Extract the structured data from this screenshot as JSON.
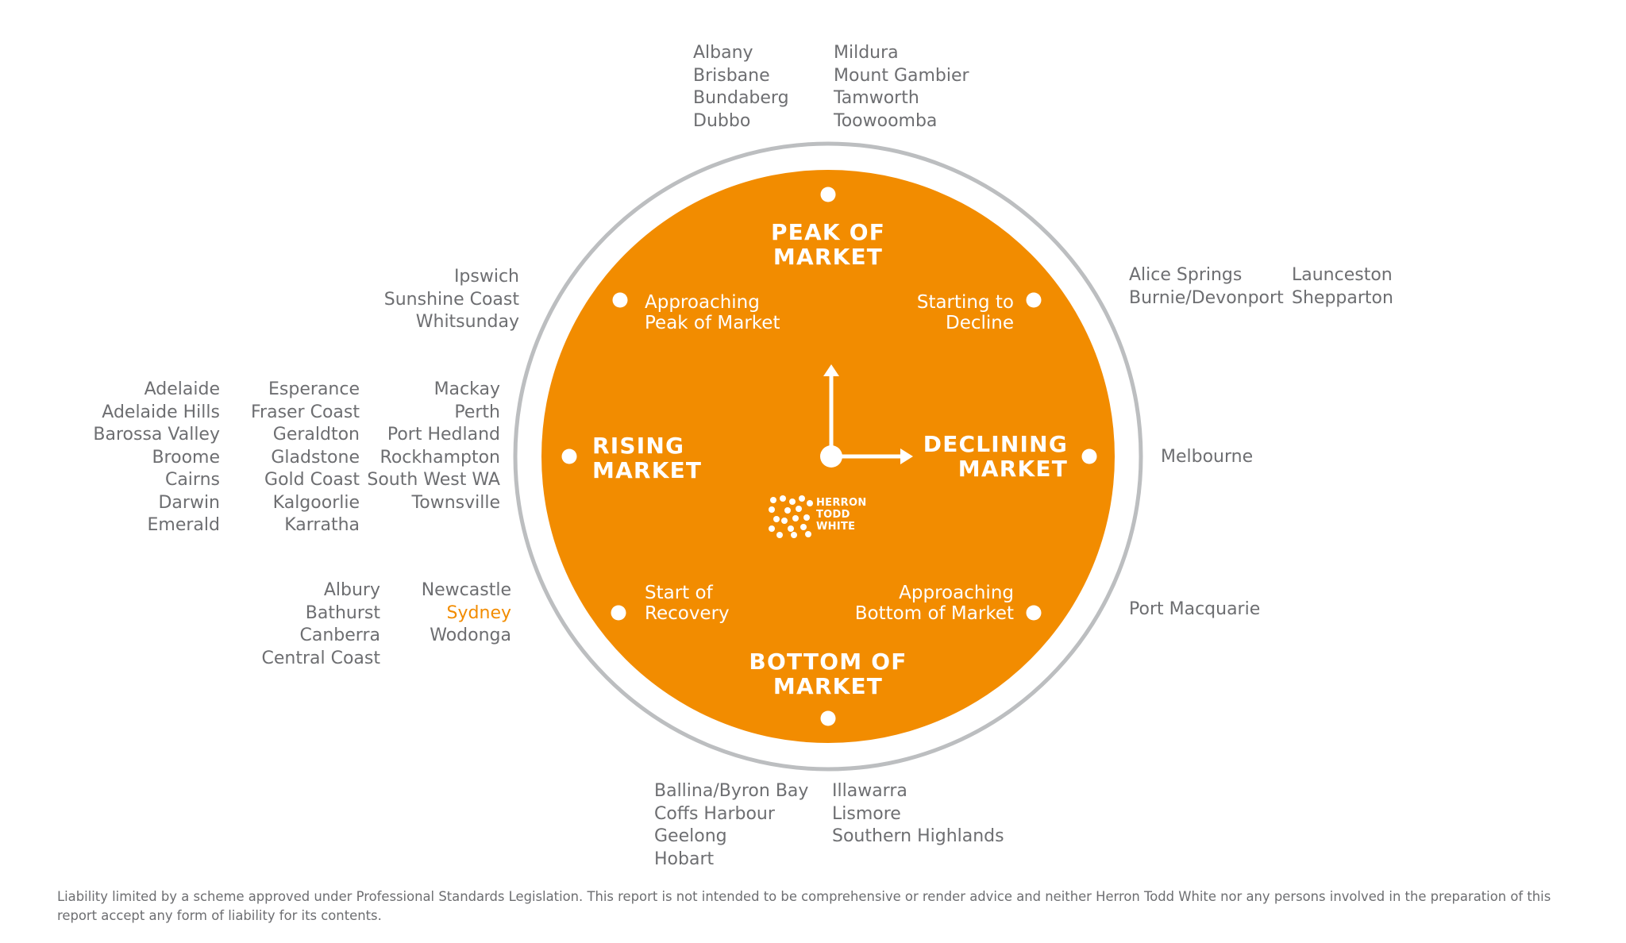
{
  "colors": {
    "accent": "#f28c00",
    "ring": "#bcbec0",
    "text": "#6d6e71",
    "white": "#ffffff"
  },
  "phases": {
    "peak": [
      "PEAK OF",
      "MARKET"
    ],
    "starting_decline": [
      "Starting to",
      "Decline"
    ],
    "declining": [
      "DECLINING",
      "MARKET"
    ],
    "approaching_bottom": [
      "Approaching",
      "Bottom of Market"
    ],
    "bottom": [
      "BOTTOM OF",
      "MARKET"
    ],
    "start_recovery": [
      "Start of",
      "Recovery"
    ],
    "rising": [
      "RISING",
      "MARKET"
    ],
    "approaching_peak": [
      "Approaching",
      "Peak of Market"
    ]
  },
  "logo": {
    "lines": [
      "HERRON",
      "TODD",
      "WHITE"
    ]
  },
  "cities": {
    "peak": [
      [
        "Albany",
        "Brisbane",
        "Bundaberg",
        "Dubbo"
      ],
      [
        "Mildura",
        "Mount Gambier",
        "Tamworth",
        "Toowoomba"
      ]
    ],
    "starting_decline": [
      [
        "Alice Springs",
        "Burnie/Devonport"
      ],
      [
        "Launceston",
        "Shepparton"
      ]
    ],
    "declining": [
      [
        "Melbourne"
      ]
    ],
    "approaching_bottom": [
      [
        "Port Macquarie"
      ]
    ],
    "bottom": [
      [
        "Ballina/Byron Bay",
        "Coffs Harbour",
        "Geelong",
        "Hobart"
      ],
      [
        "Illawarra",
        "Lismore",
        "Southern Highlands"
      ]
    ],
    "start_recovery": [
      [
        "Albury",
        "Bathurst",
        "Canberra",
        "Central Coast"
      ],
      [
        "Newcastle",
        "Sydney",
        "Wodonga"
      ]
    ],
    "highlighted_city": "Sydney",
    "rising": [
      [
        "Adelaide",
        "Adelaide Hills",
        "Barossa Valley",
        "Broome",
        "Cairns",
        "Darwin",
        "Emerald"
      ],
      [
        "Esperance",
        "Fraser Coast",
        "Geraldton",
        "Gladstone",
        "Gold Coast",
        "Kalgoorlie",
        "Karratha"
      ],
      [
        "Mackay",
        "Perth",
        "Port Hedland",
        "Rockhampton",
        "South West WA",
        "Townsville"
      ]
    ],
    "approaching_peak": [
      [
        "Ipswich",
        "Sunshine Coast",
        "Whitsunday"
      ]
    ]
  },
  "disclaimer": "Liability limited by a scheme approved under Professional Standards Legislation. This report is not intended to be comprehensive or render advice and neither Herron Todd White nor any persons involved in the preparation of this report accept any form of liability for its contents."
}
